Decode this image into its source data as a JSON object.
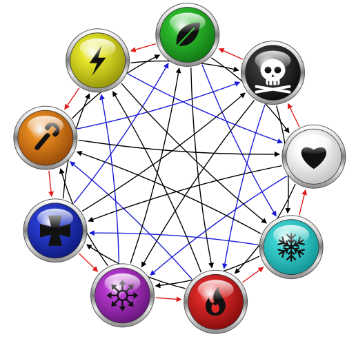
{
  "diagram": {
    "nodes": [
      {
        "id": "nature",
        "icon": "leaf-icon",
        "color": "#2fbf2f",
        "dark": "#0d6e10"
      },
      {
        "id": "death",
        "icon": "skull-icon",
        "color": "#3a3a3a",
        "dark": "#050505"
      },
      {
        "id": "life",
        "icon": "heart-icon",
        "color": "#ffffff",
        "dark": "#b8b8b8"
      },
      {
        "id": "frost",
        "icon": "snowflake-icon",
        "color": "#3fd6d6",
        "dark": "#0b8a8a"
      },
      {
        "id": "fire",
        "icon": "flame-icon",
        "color": "#e02a2a",
        "dark": "#7a0808"
      },
      {
        "id": "chaos",
        "icon": "chaos-star-icon",
        "color": "#b93ad1",
        "dark": "#5a0f6e"
      },
      {
        "id": "order",
        "icon": "iron-cross-icon",
        "color": "#2a3fd6",
        "dark": "#0a136e"
      },
      {
        "id": "tech",
        "icon": "wrench-icon",
        "color": "#e88a1f",
        "dark": "#8a4206"
      },
      {
        "id": "energy",
        "icon": "lightning-bolt-icon",
        "color": "#e6e62a",
        "dark": "#8a8a06"
      }
    ],
    "edge_colors": {
      "adjacent": "#e01b1b",
      "skip_three": "#1a1ad6",
      "skip_two": "#000000",
      "skip_four": "#000000"
    }
  }
}
